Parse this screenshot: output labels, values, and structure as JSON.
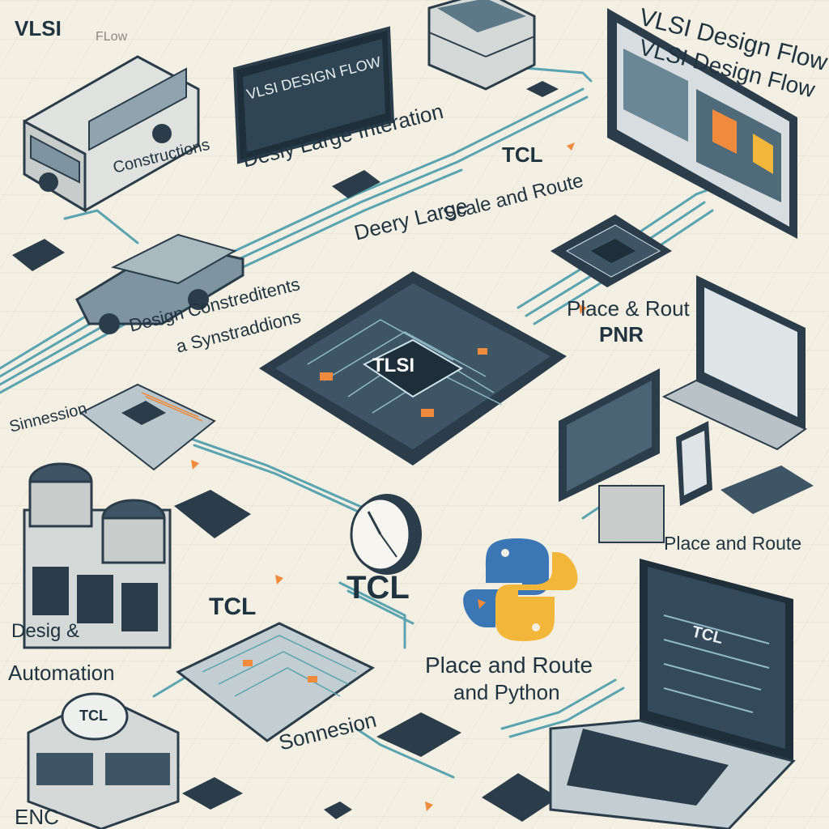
{
  "labels": {
    "vlsi": "VLSI",
    "flow_corner": "FLow",
    "vlsi_design_flow_1": "VLSI Design Flow",
    "vlsi_design_flow_2": "VLSI Design Flow",
    "monitor_small_title": "VLSI DESIGN FLOW",
    "constructions": "Constructions",
    "desiy_large_integration": "Desiy Large Interation",
    "tcl_top": "TCL",
    "deery_large": "Deery Large",
    "scale_route": "Scale and Route",
    "design_constraints_1": "Design Constreditents",
    "design_constraints_2": "a Synstraddions",
    "chip_badge": "TLSI",
    "place_rout": "Place & Rout",
    "pnr": "PNR",
    "sinnession_left": "Sinnession",
    "place_and_route_right": "Place and Route",
    "tcl_mid_left": "TCL",
    "tcl_center": "TCL",
    "design_automation_1": "Desig &",
    "design_automation_2": "Automation",
    "place_and_route_python_1": "Place and Route",
    "place_and_route_python_2": "and Python",
    "sinnession_bottom": "Sonnesion",
    "tcl_dome": "TCL",
    "laptop_screen": "TCL",
    "bottom_left": "ENC"
  },
  "colors": {
    "background": "#f4efe3",
    "ink": "#1f3340",
    "chip": "#3e5566",
    "chip_dark": "#2b3d4a",
    "trace_teal": "#5aa3b0",
    "accent_orange": "#f08a3c",
    "python_blue": "#3b77b4",
    "python_yellow": "#f2b73a"
  },
  "icons": [
    "bus-icon",
    "truck-icon",
    "chip-icon",
    "clock-icon",
    "python-logo-icon",
    "laptop-icon",
    "monitor-icon",
    "server-icon",
    "tablet-icon"
  ]
}
